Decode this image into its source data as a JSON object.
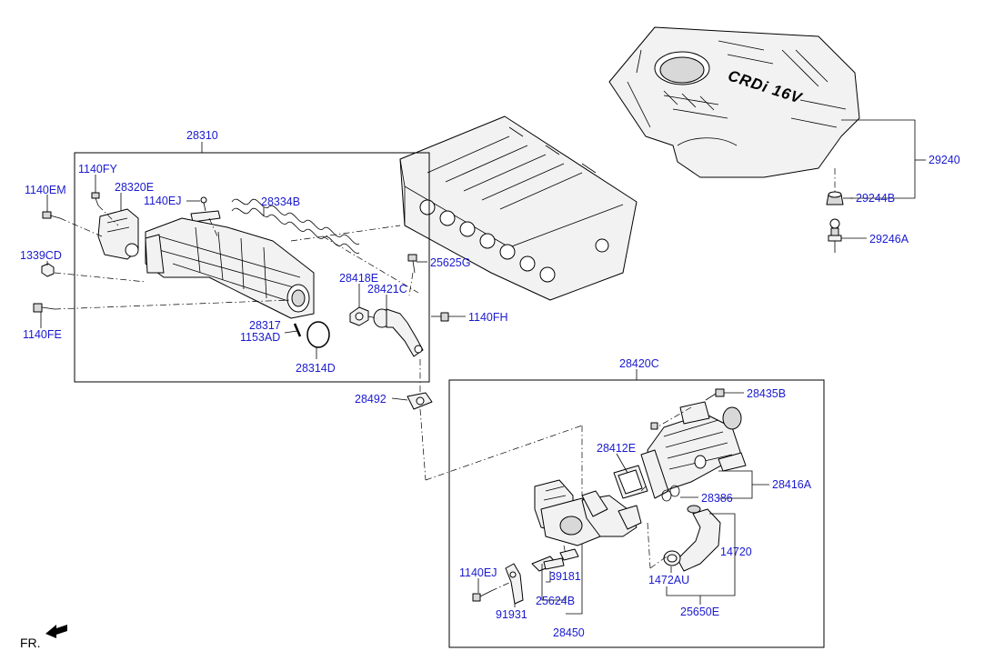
{
  "direction_label": "FR.",
  "cover_logo_text": "CRDi 16V",
  "labels": {
    "intake_group": "28310",
    "egr_group": "28420C",
    "bolt_1140FY": "1140FY",
    "bolt_1140EM": "1140EM",
    "actuator": "28320E",
    "bolt_1140EJ_top": "1140EJ",
    "gasket_28334B": "28334B",
    "nut_1339CD": "1339CD",
    "bolt_1140FE": "1140FE",
    "pin_28317": "28317",
    "pin_1153AD": "1153AD",
    "oring_28314D": "28314D",
    "gasket_28418E": "28418E",
    "pipe_28421C": "28421C",
    "bolt_1140FH": "1140FH",
    "bolt_25625G": "25625G",
    "gasket_28492": "28492",
    "engine_cover": "29240",
    "grommet_29244B": "29244B",
    "stud_29246A": "29246A",
    "bolt_28435B": "28435B",
    "gasket_28412E": "28412E",
    "cooler_28416A": "28416A",
    "gasket_28386": "28386",
    "hose_14720": "14720",
    "clamp_1472AU": "1472AU",
    "hose_assy_25650E": "25650E",
    "valve_28450": "28450",
    "bracket_39181": "39181",
    "bracket_25624B": "25624B",
    "bolt_1140EJ_bottom": "1140EJ",
    "bracket_91931": "91931"
  }
}
